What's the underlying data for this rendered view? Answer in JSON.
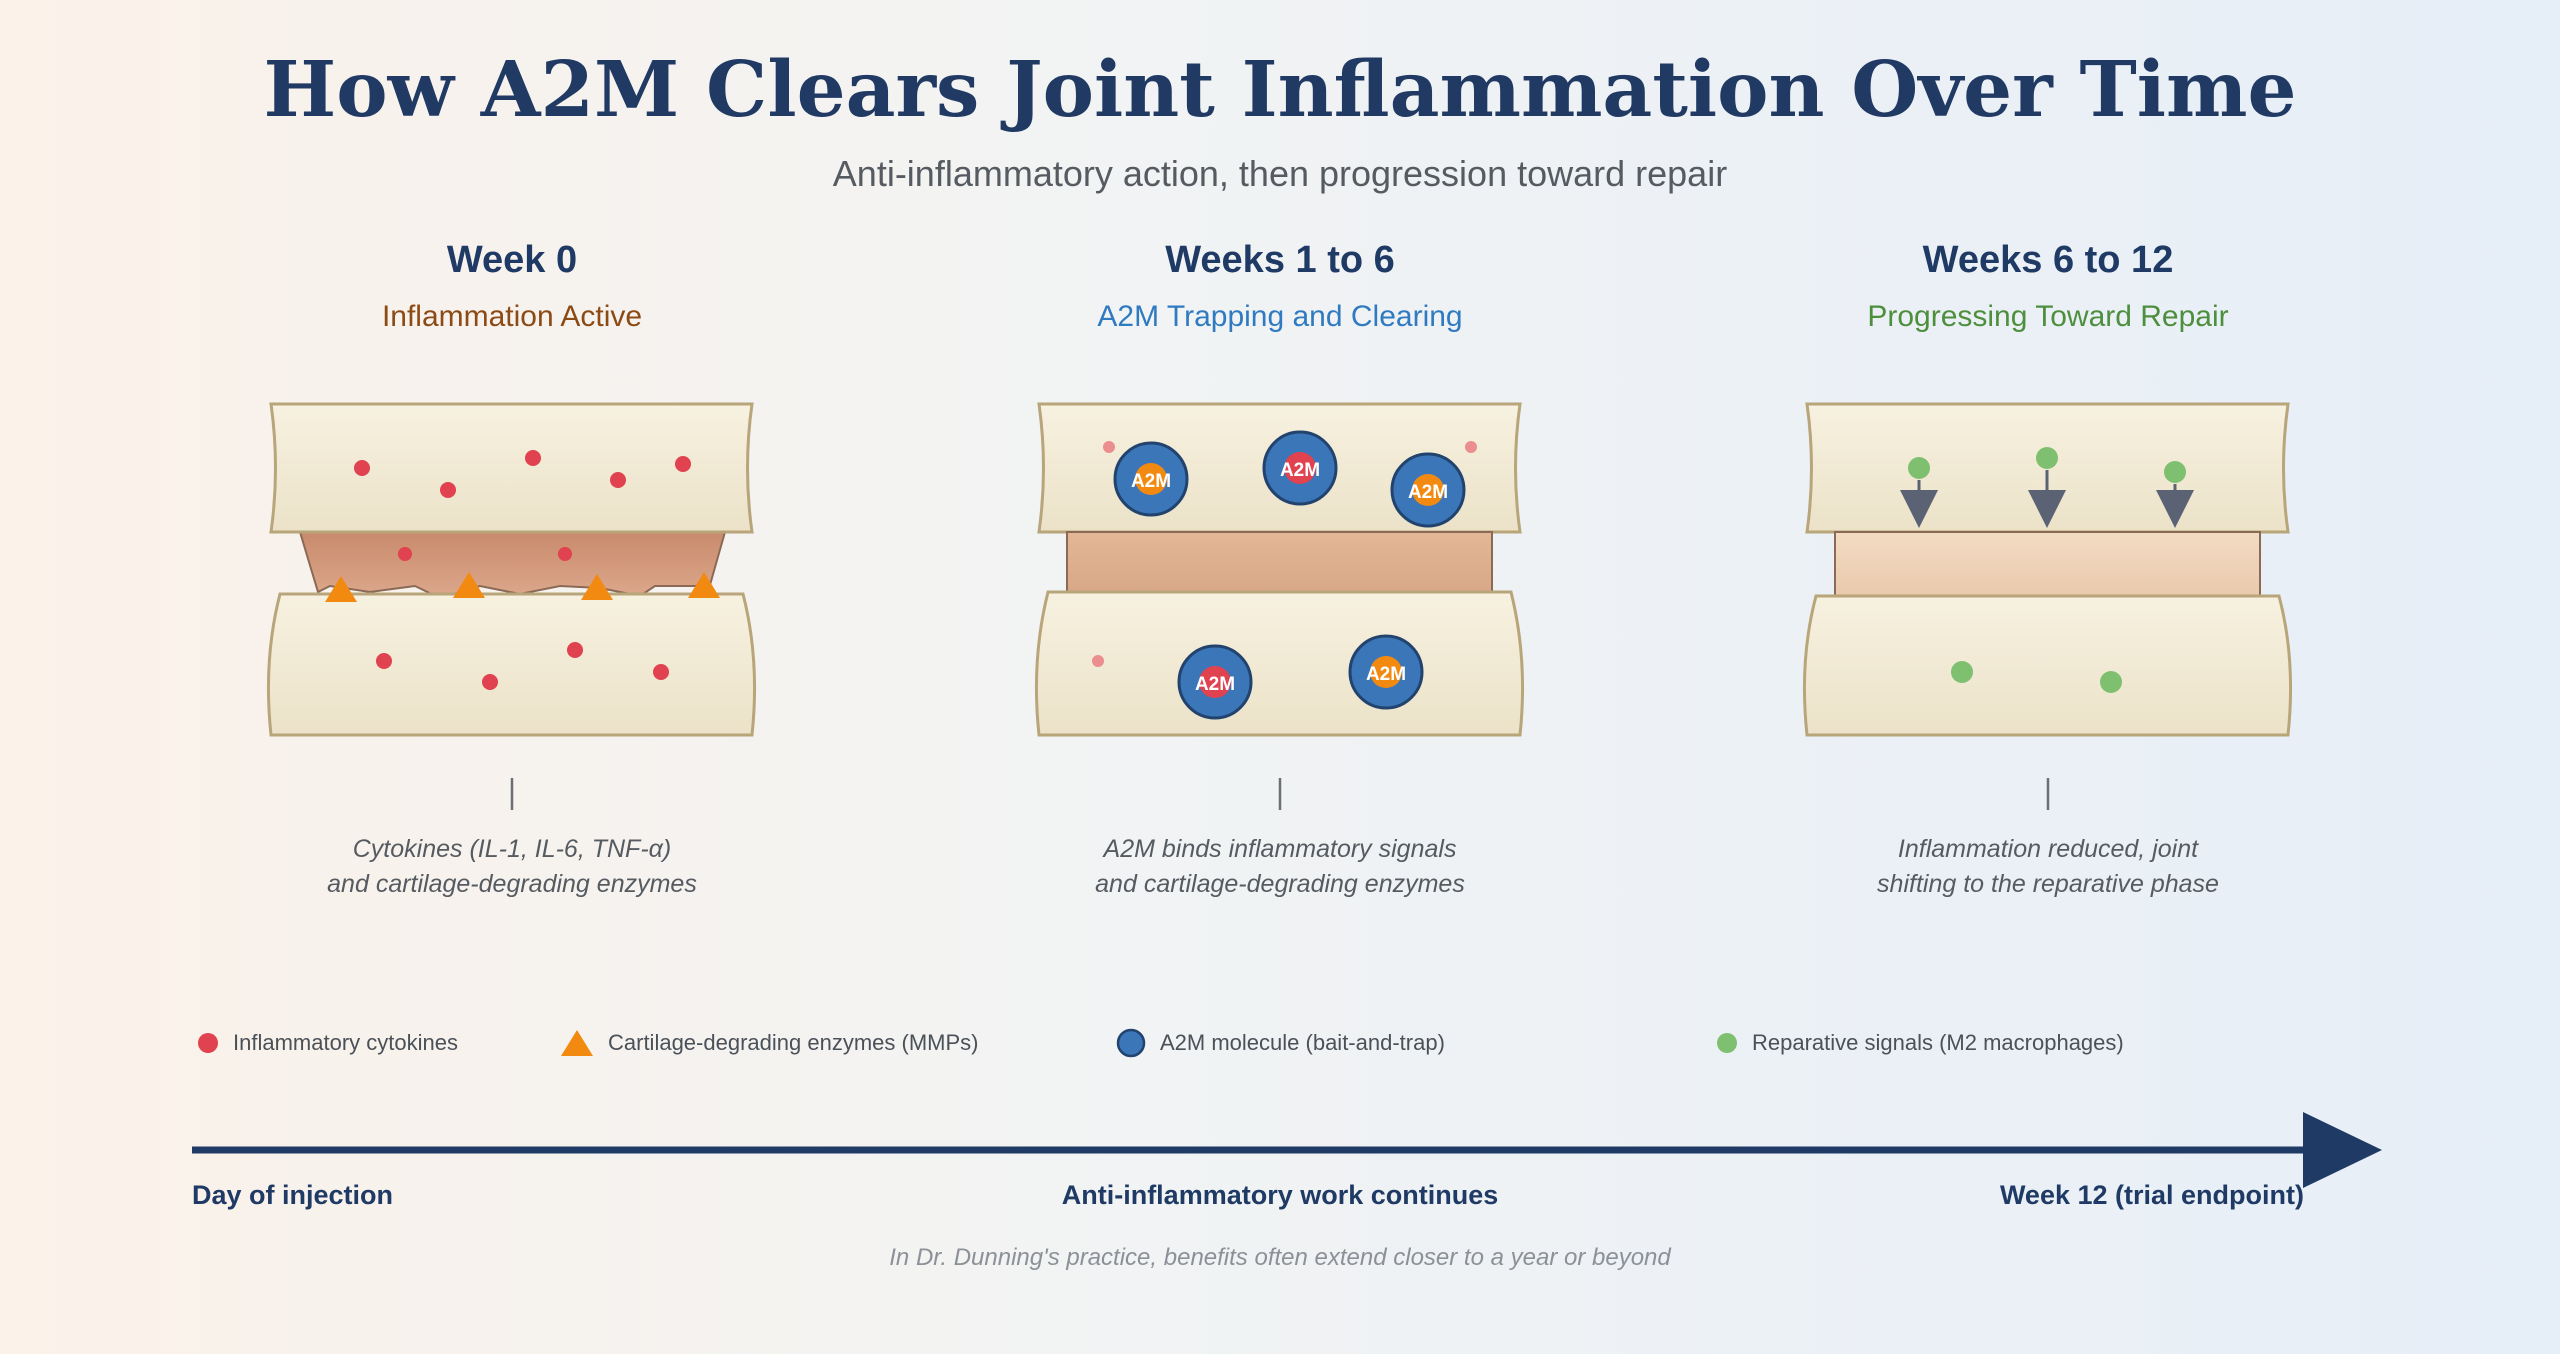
{
  "title": "How A2M Clears Joint Inflammation Over Time",
  "subtitle": "Anti-inflammatory action, then progression toward repair",
  "stages": [
    {
      "heading": "Week 0",
      "label": "Inflammation Active",
      "label_color": "#8c4a14",
      "description_line1": "Cytokines (IL-1, IL-6, TNF-α)",
      "description_line2": "and cartilage-degrading enzymes"
    },
    {
      "heading": "Weeks 1 to 6",
      "label": "A2M Trapping and Clearing",
      "label_color": "#2f7ac0",
      "description_line1": "A2M binds inflammatory signals",
      "description_line2": "and cartilage-degrading enzymes",
      "molecule_text": "A2M"
    },
    {
      "heading": "Weeks 6 to 12",
      "label": "Progressing Toward Repair",
      "label_color": "#4e8f3e",
      "description_line1": "Inflammation reduced, joint",
      "description_line2": "shifting to the reparative phase"
    }
  ],
  "legend": [
    {
      "label": "Inflammatory cytokines",
      "icon": "red-dot-icon"
    },
    {
      "label": "Cartilage-degrading enzymes (MMPs)",
      "icon": "orange-triangle-icon"
    },
    {
      "label": "A2M molecule (bait-and-trap)",
      "icon": "blue-circle-icon"
    },
    {
      "label": "Reparative signals (M2 macrophages)",
      "icon": "green-dot-icon"
    }
  ],
  "timeline": {
    "start": "Day of injection",
    "middle": "Anti-inflammatory work continues",
    "end": "Week 12 (trial endpoint)"
  },
  "footnote": "In Dr. Dunning's practice, benefits often extend closer to a year or beyond",
  "colors": {
    "navy": "#1f3a64",
    "cytokine_red": "#e0424f",
    "enzyme_orange": "#f28a12",
    "a2m_blue": "#3b76b8",
    "reparative_green": "#7fbf70",
    "bone_fill": "#f3ecd8",
    "bone_stroke": "#b8a57a"
  }
}
